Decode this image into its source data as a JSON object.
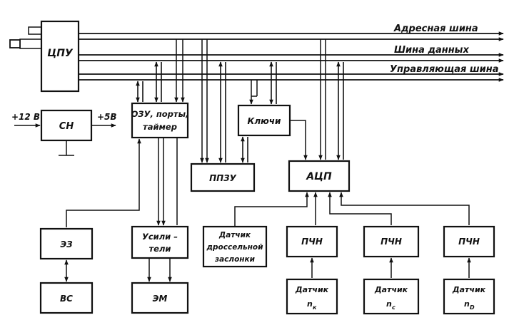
{
  "buses": {
    "address": "Адресная шина",
    "data": "Шина данных",
    "control": "Управляющая шина"
  },
  "power": {
    "input": "+12 В",
    "output": "+5В"
  },
  "blocks": {
    "cpu": "ЦПУ",
    "ps": "СН",
    "ram": [
      "ОЗУ, порты,",
      "таймер"
    ],
    "keys": "Ключи",
    "rom": "ППЗУ",
    "adc": "АЦП",
    "ez": "ЭЗ",
    "vs": "ВС",
    "amp": [
      "Усили –",
      "тели"
    ],
    "em": "ЭМ",
    "throttle": [
      "Датчик",
      "дроссельной",
      "заслонки"
    ],
    "pchn1": "ПЧН",
    "pchn2": "ПЧН",
    "pchn3": "ПЧН",
    "sensor1": [
      "Датчик",
      "n",
      "к"
    ],
    "sensor2": [
      "Датчик",
      "n",
      "с"
    ],
    "sensor3": [
      "Датчик",
      "n",
      "D"
    ]
  }
}
